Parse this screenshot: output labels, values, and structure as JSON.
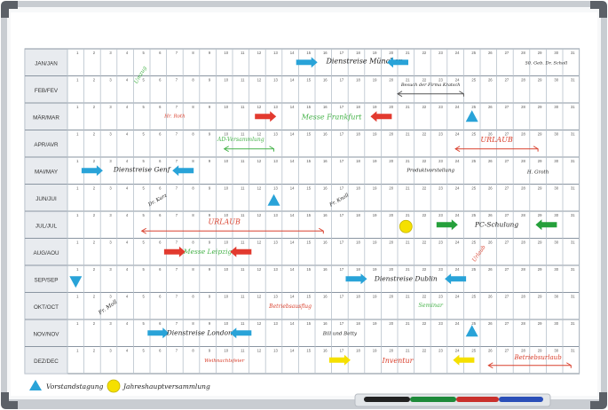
{
  "planner": {
    "days": [
      "1",
      "2",
      "3",
      "4",
      "5",
      "6",
      "7",
      "8",
      "9",
      "10",
      "11",
      "12",
      "13",
      "14",
      "15",
      "16",
      "17",
      "18",
      "19",
      "20",
      "21",
      "22",
      "23",
      "24",
      "25",
      "26",
      "27",
      "28",
      "29",
      "30",
      "31"
    ],
    "months": [
      "JAN/JAN",
      "FEB/FEV",
      "MÄR/MAR",
      "APR/AVR",
      "MAI/MAY",
      "JUN/JUI",
      "JUL/JUL",
      "AUG/AOU",
      "SEP/SEP",
      "OKT/OCT",
      "NOV/NOV",
      "DEZ/DEC"
    ]
  },
  "colors": {
    "frame": "#9aa0a6",
    "grid_line": "#b8c2cc",
    "label_cell": "#e8ebef",
    "blue_marker": "#29a3d8",
    "red_marker": "#e23a2f",
    "green_marker": "#25a03b",
    "yellow_marker": "#f5e000",
    "ink_black": "#222222",
    "ink_green": "#46b34a",
    "ink_red": "#d9412e"
  },
  "annotations": {
    "messe_muenchen": "Dienstreise München",
    "besuch": "Besuch der Firma Kratsch",
    "messe_frankfurt": "Messe Frankfurt",
    "ad_versammlung": "AD-Versammlung",
    "urlaub_apr": "URLAUB",
    "dienstreise_genf": "Dienstreise Genf",
    "produktvorstellung": "Produktvorstellung",
    "urlaub_jul": "URLAUB",
    "pc_schulung": "PC-Schulung",
    "messe_leipzig": "Messe Leipzig",
    "dienstreise_dublin": "Dienstreise Dublin",
    "betriebsausflug": "Betriebsausflug",
    "seminar": "Seminar",
    "dienstreise_london": "Dienstreise London",
    "inventur": "Inventur",
    "betriebsurlaub": "Betriebsurlaub",
    "weihnachtsfeier": "Weihnachtsfeier",
    "urlaub_aug": "Urlaub",
    "note_mai": "H. Groth",
    "note_jun_kurz": "Dr. Kurz",
    "note_jun_knoll": "Fr. Knoll",
    "note_okt": "Fr. Moll",
    "note_mar": "Hr. Roth",
    "note_nov": "Bill und Betty",
    "note_jan": "50. Geb. Dr. Scholl",
    "note_jan2": "Umzug"
  },
  "legend": {
    "triangle_label": "Vorstandstagung",
    "circle_label": "Jahreshauptversammlung"
  }
}
